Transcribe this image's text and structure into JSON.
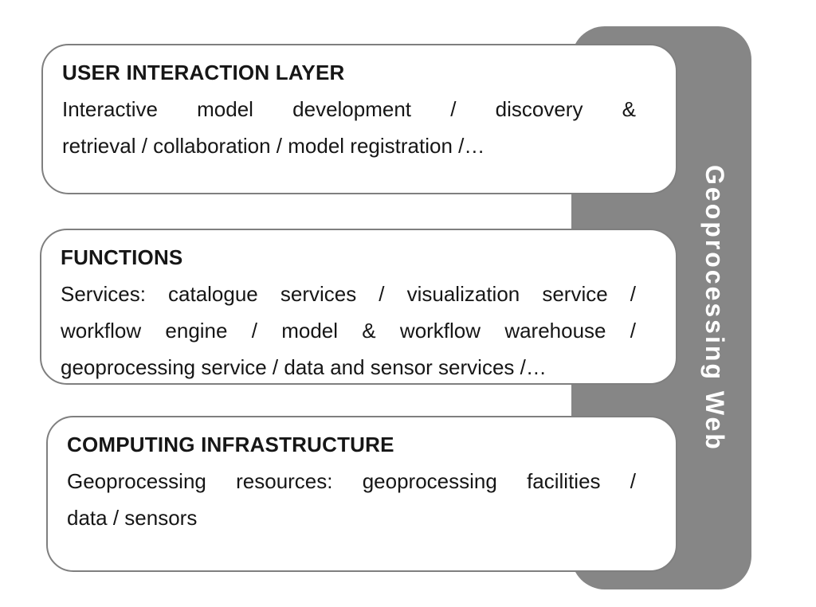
{
  "banner": {
    "label": "Geoprocessing Web",
    "fill_color": "#868686",
    "text_color": "#ffffff"
  },
  "colors": {
    "box_border": "#7f7f7f",
    "box_fill": "#ffffff",
    "body_text": "#161616",
    "page_background": "#ffffff"
  },
  "boxes": [
    {
      "title": "USER INTERACTION LAYER",
      "lines": [
        "Interactive model development / discovery &",
        "retrieval / collaboration / model registration /…"
      ]
    },
    {
      "title": "FUNCTIONS",
      "lines": [
        "Services: catalogue services / visualization service /",
        "workflow engine / model & workflow warehouse /",
        "geoprocessing service / data and sensor services /…"
      ]
    },
    {
      "title": "COMPUTING INFRASTRUCTURE",
      "lines": [
        "Geoprocessing resources: geoprocessing facilities /",
        "data / sensors"
      ]
    }
  ]
}
